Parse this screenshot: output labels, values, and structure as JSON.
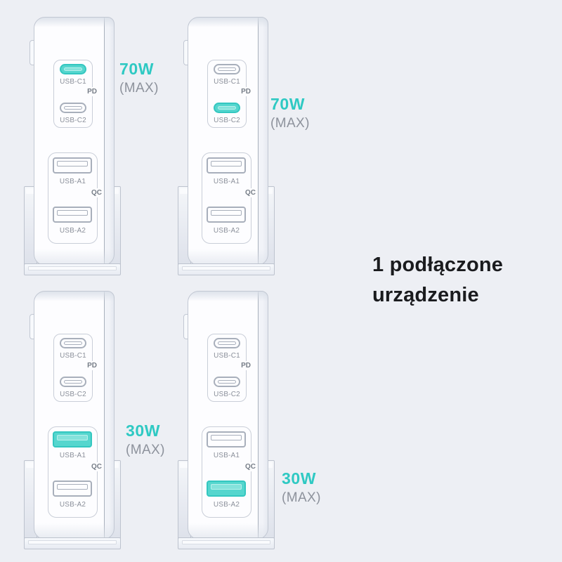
{
  "background_color": "#edeff4",
  "accent_color": "#2fc9c3",
  "heading": {
    "line1": "1 podłączone",
    "line2": "urządzenie"
  },
  "chargers": [
    {
      "position": "top-left",
      "active_port": "USB-C1",
      "power": "70W",
      "max": "(MAX)",
      "pd": "PD",
      "qc": "QC",
      "ports": [
        {
          "label": "USB-C1",
          "type": "usb-c",
          "active": true
        },
        {
          "label": "USB-C2",
          "type": "usb-c",
          "active": false
        },
        {
          "label": "USB-A1",
          "type": "usb-a",
          "active": false
        },
        {
          "label": "USB-A2",
          "type": "usb-a",
          "active": false
        }
      ]
    },
    {
      "position": "top-right",
      "active_port": "USB-C2",
      "power": "70W",
      "max": "(MAX)",
      "pd": "PD",
      "qc": "QC",
      "ports": [
        {
          "label": "USB-C1",
          "type": "usb-c",
          "active": false
        },
        {
          "label": "USB-C2",
          "type": "usb-c",
          "active": true
        },
        {
          "label": "USB-A1",
          "type": "usb-a",
          "active": false
        },
        {
          "label": "USB-A2",
          "type": "usb-a",
          "active": false
        }
      ]
    },
    {
      "position": "bottom-left",
      "active_port": "USB-A1",
      "power": "30W",
      "max": "(MAX)",
      "pd": "PD",
      "qc": "QC",
      "ports": [
        {
          "label": "USB-C1",
          "type": "usb-c",
          "active": false
        },
        {
          "label": "USB-C2",
          "type": "usb-c",
          "active": false
        },
        {
          "label": "USB-A1",
          "type": "usb-a",
          "active": true
        },
        {
          "label": "USB-A2",
          "type": "usb-a",
          "active": false
        }
      ]
    },
    {
      "position": "bottom-right",
      "active_port": "USB-A2",
      "power": "30W",
      "max": "(MAX)",
      "pd": "PD",
      "qc": "QC",
      "ports": [
        {
          "label": "USB-C1",
          "type": "usb-c",
          "active": false
        },
        {
          "label": "USB-C2",
          "type": "usb-c",
          "active": false
        },
        {
          "label": "USB-A1",
          "type": "usb-a",
          "active": false
        },
        {
          "label": "USB-A2",
          "type": "usb-a",
          "active": true
        }
      ]
    }
  ]
}
